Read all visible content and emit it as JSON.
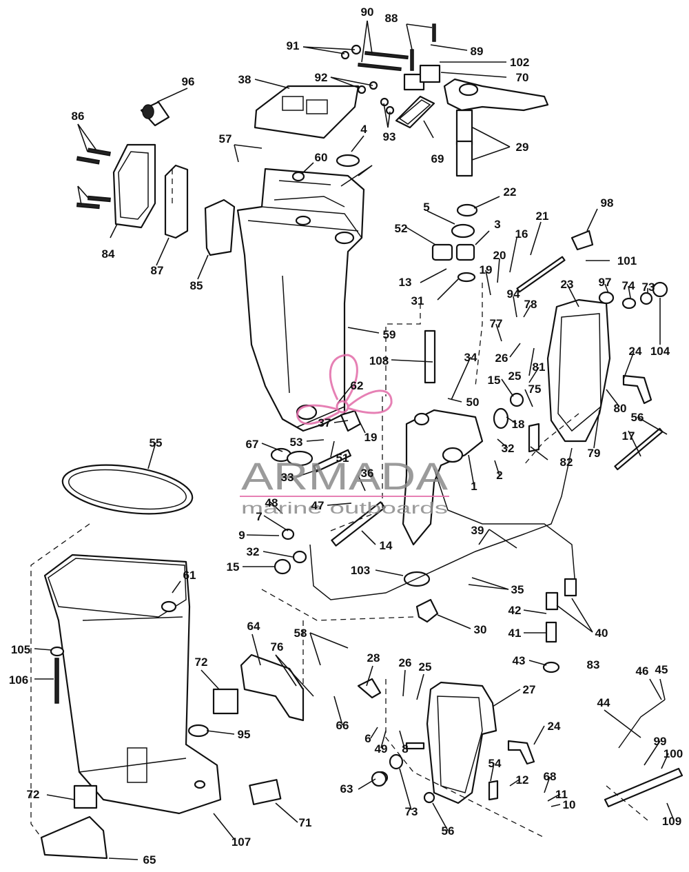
{
  "callouts": [
    "90",
    "88",
    "91",
    "89",
    "102",
    "70",
    "92",
    "38",
    "96",
    "93",
    "4",
    "69",
    "29",
    "86",
    "57",
    "60",
    "22",
    "98",
    "5",
    "21",
    "3",
    "52",
    "16",
    "20",
    "101",
    "13",
    "19",
    "97",
    "74",
    "73",
    "31",
    "84",
    "87",
    "85",
    "59",
    "94",
    "78",
    "104",
    "77",
    "23",
    "26",
    "108",
    "34",
    "25",
    "24",
    "81",
    "15",
    "62",
    "50",
    "80",
    "75",
    "18",
    "56",
    "37",
    "19",
    "67",
    "53",
    "55",
    "17",
    "32",
    "79",
    "51",
    "82",
    "2",
    "1",
    "36",
    "33",
    "48",
    "47",
    "7",
    "39",
    "14",
    "9",
    "32",
    "15",
    "103",
    "35",
    "61",
    "30",
    "40",
    "42",
    "41",
    "64",
    "58",
    "105",
    "28",
    "76",
    "26",
    "25",
    "43",
    "83",
    "106",
    "45",
    "72",
    "46",
    "27",
    "44",
    "66",
    "95",
    "24",
    "6",
    "49",
    "8",
    "99",
    "100",
    "54",
    "12",
    "68",
    "11",
    "10",
    "63",
    "73",
    "72",
    "56",
    "71",
    "109",
    "107",
    "65"
  ],
  "watermark": {
    "brand": "ARMADA",
    "tagline": "marine outboards",
    "logo_color": "#e26aa8"
  }
}
